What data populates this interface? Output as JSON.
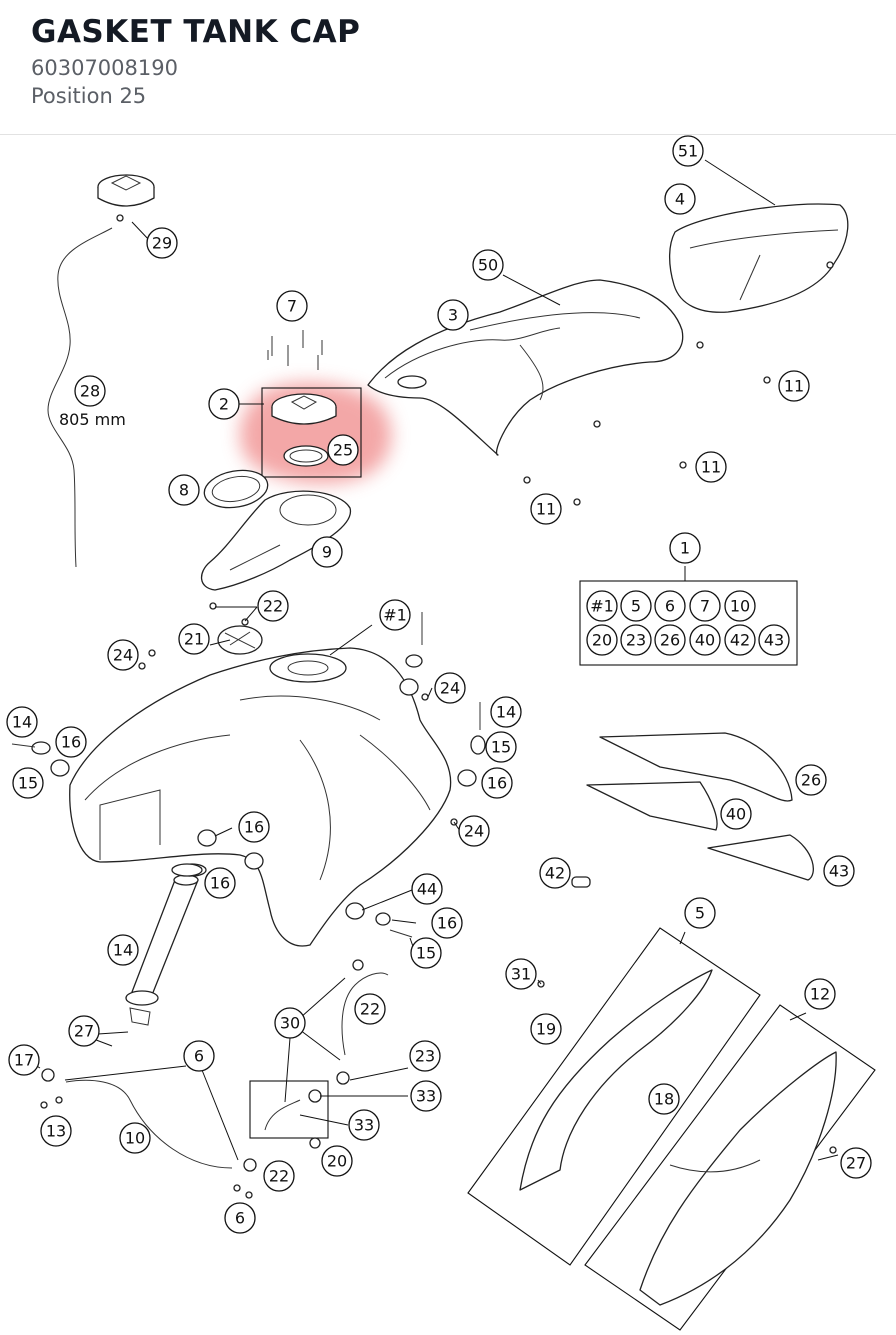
{
  "header": {
    "title": "GASKET TANK CAP",
    "part_number": "60307008190",
    "position": "Position 25"
  },
  "diagram": {
    "highlight_color": "#f08a8a",
    "highlighted_position": "25",
    "dimension_label": "805 mm",
    "callouts": [
      "51",
      "4",
      "29",
      "50",
      "3",
      "7",
      "2",
      "25",
      "11",
      "11",
      "11",
      "28",
      "8",
      "9",
      "1",
      "#1",
      "5",
      "6",
      "7",
      "10",
      "20",
      "23",
      "26",
      "40",
      "42",
      "43",
      "22",
      "21",
      "24",
      "#1",
      "24",
      "14",
      "14",
      "16",
      "15",
      "15",
      "16",
      "16",
      "24",
      "16",
      "26",
      "40",
      "43",
      "42",
      "44",
      "16",
      "15",
      "14",
      "5",
      "31",
      "22",
      "12",
      "30",
      "27",
      "23",
      "17",
      "6",
      "19",
      "33",
      "18",
      "33",
      "13",
      "10",
      "20",
      "27",
      "22",
      "6",
      "10"
    ]
  }
}
